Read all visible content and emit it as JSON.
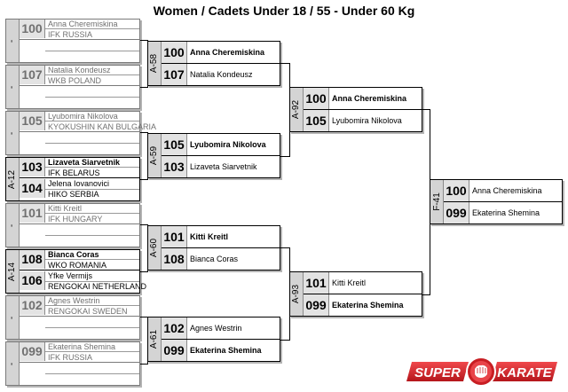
{
  "title": "Women / Cadets Under 18 / 55 - Under 60 Kg",
  "logo": {
    "word_left": "SUPER",
    "word_right": "KARATE"
  },
  "colors": {
    "logo_red": "#d7262b",
    "shadow": "#b4b4b4",
    "seed_bg": "#e3e3e3"
  },
  "r1": [
    {
      "side": "-",
      "a": {
        "seed": "100",
        "name": "Anna Cheremiskina",
        "club": "IFK RUSSIA"
      }
    },
    {
      "side": "-",
      "a": {
        "seed": "107",
        "name": "Natalia Kondeusz",
        "club": "WKB POLAND"
      }
    },
    {
      "side": "-",
      "a": {
        "seed": "105",
        "name": "Lyubomira Nikolova",
        "club": "KYOKUSHIN KAN BULGARIA"
      }
    },
    {
      "side": "A-12",
      "a": {
        "seed": "103",
        "name": "Lizaveta Siarvetnik",
        "club": "IFK BELARUS"
      },
      "b": {
        "seed": "104",
        "name": "Jelena Iovanovici",
        "club": "HIKO SERBIA"
      }
    },
    {
      "side": "-",
      "a": {
        "seed": "101",
        "name": "Kitti Kreitl",
        "club": "IFK HUNGARY"
      }
    },
    {
      "side": "A-14",
      "a": {
        "seed": "108",
        "name": "Bianca Coras",
        "club": "WKO ROMANIA"
      },
      "b": {
        "seed": "106",
        "name": "Yfke Vermijs",
        "club": "RENGOKAI NETHERLAND"
      }
    },
    {
      "side": "-",
      "a": {
        "seed": "102",
        "name": "Agnes Westrin",
        "club": "RENGOKAI SWEDEN"
      }
    },
    {
      "side": "-",
      "a": {
        "seed": "099",
        "name": "Ekaterina Shemina",
        "club": "IFK RUSSIA"
      }
    }
  ],
  "r2": [
    {
      "side": "A-58",
      "a": {
        "seed": "100",
        "name": "Anna Cheremiskina"
      },
      "b": {
        "seed": "107",
        "name": "Natalia Kondeusz"
      }
    },
    {
      "side": "A-59",
      "a": {
        "seed": "105",
        "name": "Lyubomira Nikolova"
      },
      "b": {
        "seed": "103",
        "name": "Lizaveta Siarvetnik"
      }
    },
    {
      "side": "A-60",
      "a": {
        "seed": "101",
        "name": "Kitti Kreitl"
      },
      "b": {
        "seed": "108",
        "name": "Bianca Coras"
      }
    },
    {
      "side": "A-61",
      "a": {
        "seed": "102",
        "name": "Agnes Westrin"
      },
      "b": {
        "seed": "099",
        "name": "Ekaterina Shemina"
      }
    }
  ],
  "r3": [
    {
      "side": "A-92",
      "a": {
        "seed": "100",
        "name": "Anna Cheremiskina"
      },
      "b": {
        "seed": "105",
        "name": "Lyubomira Nikolova"
      }
    },
    {
      "side": "A-93",
      "a": {
        "seed": "101",
        "name": "Kitti Kreitl"
      },
      "b": {
        "seed": "099",
        "name": "Ekaterina Shemina"
      }
    }
  ],
  "final": {
    "side": "F-41",
    "a": {
      "seed": "100",
      "name": "Anna Cheremiskina"
    },
    "b": {
      "seed": "099",
      "name": "Ekaterina Shemina"
    }
  }
}
